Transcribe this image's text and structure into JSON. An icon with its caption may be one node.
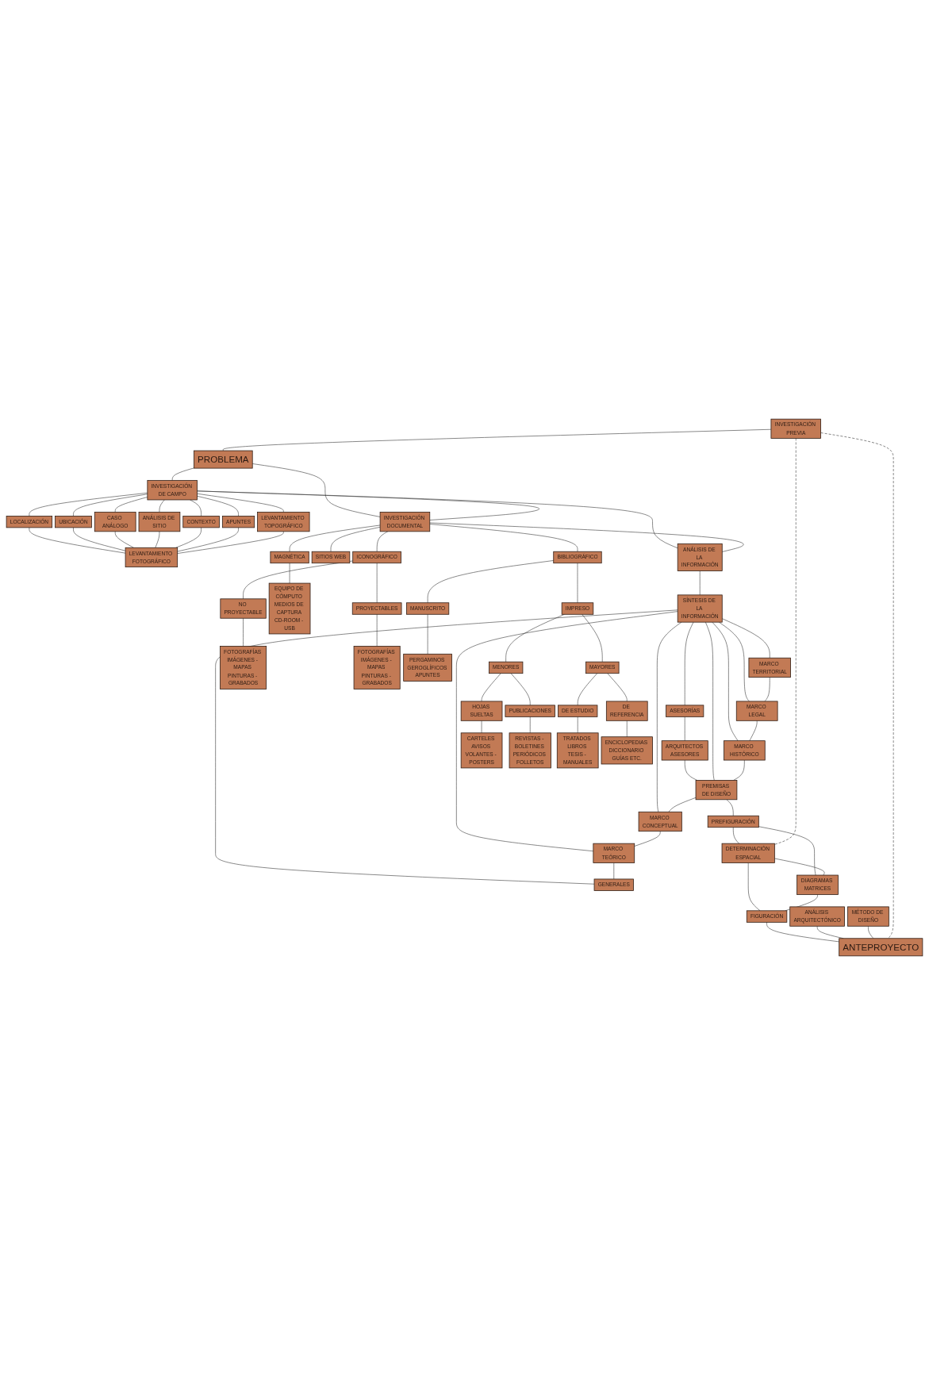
{
  "diagram": {
    "nodes": [
      {
        "text": [
          "INVESTIGACIÓN PREVIA"
        ]
      },
      {
        "text": [
          "PROBLEMA"
        ]
      },
      {
        "text": [
          "INVESTIGACIÓN DE CAMPO"
        ]
      },
      {
        "text": [
          "INVESTIGACIÓN DOCUMENTAL"
        ]
      },
      {
        "text": [
          "LEVANTAMIENTO FOTOGRÁFICO"
        ]
      },
      {
        "text": [
          "LOCALIZACIÓN"
        ]
      },
      {
        "text": [
          "UBICACIÓN"
        ]
      },
      {
        "text": [
          "CASO ANÁLOGO"
        ]
      },
      {
        "text": [
          "ANÁLISIS DE SITIO"
        ]
      },
      {
        "text": [
          "CONTEXTO"
        ]
      },
      {
        "text": [
          "APUNTES"
        ]
      },
      {
        "text": [
          "LEVANTAMIENTO TOPOGRÁFICO"
        ]
      },
      {
        "text": [
          "ANÁLISIS DE LA INFORMACIÓN"
        ]
      },
      {
        "text": [
          "SÍNTESIS DE LA INFORMACIÓN"
        ]
      },
      {
        "text": [
          "ASESORÍAS"
        ]
      },
      {
        "text": [
          "ARQUITECTOS ASESORES"
        ]
      },
      {
        "text": [
          "PREMISAS DE DISEÑO"
        ]
      },
      {
        "text": [
          "MARCO TERRITORIAL"
        ]
      },
      {
        "text": [
          "MARCO LEGAL"
        ]
      },
      {
        "text": [
          "MARCO HISTÓRICO"
        ]
      },
      {
        "text": [
          "MARCO CONCEPTUAL"
        ]
      },
      {
        "text": [
          "MARCO TEÓRICO"
        ]
      },
      {
        "text": [
          "GENERALES"
        ]
      },
      {
        "text": [
          "PREFIGURACIÓN"
        ]
      },
      {
        "text": [
          "DETERMINACIÓN ESPACIAL"
        ]
      },
      {
        "text": [
          "DIAGRAMAS MATRICES"
        ]
      },
      {
        "text": [
          "FIGURACIÓN"
        ]
      },
      {
        "text": [
          "ANÁLISIS ARQUITECTÓNICO"
        ]
      },
      {
        "text": [
          "MÉTODO DE DISEÑO"
        ]
      },
      {
        "text": [
          "ANTEPROYECTO"
        ]
      },
      {
        "text": [
          "BIBLIOGRÁFICO"
        ]
      },
      {
        "text": [
          "ICONOGRÁFICO"
        ]
      },
      {
        "text": [
          "MAGNÉTICA"
        ]
      },
      {
        "text": [
          "SITIOS WEB"
        ]
      },
      {
        "text": [
          "IMPRESO"
        ]
      },
      {
        "text": [
          "MANUSCRITO"
        ]
      },
      {
        "text": [
          "PROYECTABLES"
        ]
      },
      {
        "text": [
          "NO PROYECTABLE"
        ]
      },
      {
        "text": [
          "EQUIPO DE CÓMPUTO MEDIOS DE CAPTURA CD-ROOM - USB"
        ]
      },
      {
        "text": [
          "MAYORES"
        ]
      },
      {
        "text": [
          "MENORES"
        ]
      },
      {
        "text": [
          "PERGAMINOS GEROGLÍFICOS APUNTES"
        ]
      },
      {
        "text": [
          "FOTOGRAFÍAS IMÁGENES - MAPAS PINTURAS - GRABADOS"
        ]
      },
      {
        "text": [
          "FOTOGRAFÍAS IMÁGENES - MAPAS PINTURAS - GRABADOS"
        ]
      },
      {
        "text": [
          "DE REFERENCIA"
        ]
      },
      {
        "text": [
          "DE ESTUDIO"
        ]
      },
      {
        "text": [
          "PUBLICACIONES"
        ]
      },
      {
        "text": [
          "HOJAS SUELTAS"
        ]
      },
      {
        "text": [
          "ENCICLOPEDIAS DICCIONARIO GUÍAS ETC."
        ]
      },
      {
        "text": [
          "TRATADOS LIBROS TESIS - MANUALES"
        ]
      },
      {
        "text": [
          "REVISTAS - BOLETINES PERIÓDICOS FOLLETOS"
        ]
      },
      {
        "text": [
          "CARTELES AVISOS VOLANTES - POSTERS"
        ]
      }
    ],
    "edges": [
      {
        "from": 0,
        "to": 1,
        "arrow": "none"
      },
      {
        "from": 1,
        "to": 2,
        "arrow": "none"
      },
      {
        "from": 1,
        "to": 3,
        "arrow": "none"
      },
      {
        "from": 2,
        "to": 3,
        "arrow": "none"
      },
      {
        "from": 2,
        "to": 5,
        "arrow": "none"
      },
      {
        "from": 2,
        "to": 6,
        "arrow": "none"
      },
      {
        "from": 2,
        "to": 7,
        "arrow": "none"
      },
      {
        "from": 2,
        "to": 8,
        "arrow": "none"
      },
      {
        "from": 2,
        "to": 9,
        "arrow": "none"
      },
      {
        "from": 2,
        "to": 10,
        "arrow": "none"
      },
      {
        "from": 2,
        "to": 11,
        "arrow": "none"
      },
      {
        "from": 5,
        "to": 4,
        "arrow": "none"
      },
      {
        "from": 6,
        "to": 4,
        "arrow": "none"
      },
      {
        "from": 7,
        "to": 4,
        "arrow": "none"
      },
      {
        "from": 8,
        "to": 4,
        "arrow": "none"
      },
      {
        "from": 9,
        "to": 4,
        "arrow": "none"
      },
      {
        "from": 10,
        "to": 4,
        "arrow": "none"
      },
      {
        "from": 11,
        "to": 4,
        "arrow": "none"
      },
      {
        "from": 2,
        "to": 12,
        "arrow": "none"
      },
      {
        "from": 3,
        "to": 12,
        "arrow": "none"
      },
      {
        "from": 12,
        "to": 13,
        "arrow": "none"
      },
      {
        "from": 13,
        "to": 14,
        "arrow": "none"
      },
      {
        "from": 14,
        "to": 15,
        "arrow": "none"
      },
      {
        "from": 15,
        "to": 16,
        "arrow": "none"
      },
      {
        "from": 13,
        "to": 16,
        "arrow": "none"
      },
      {
        "from": 13,
        "to": 17,
        "arrow": "none"
      },
      {
        "from": 13,
        "to": 18,
        "arrow": "none"
      },
      {
        "from": 13,
        "to": 19,
        "arrow": "none"
      },
      {
        "from": 13,
        "to": 20,
        "arrow": "none"
      },
      {
        "from": 13,
        "to": 21,
        "arrow": "none"
      },
      {
        "from": 13,
        "to": 22,
        "arrow": "none"
      },
      {
        "from": 17,
        "to": 18,
        "arrow": "none"
      },
      {
        "from": 18,
        "to": 19,
        "arrow": "none"
      },
      {
        "from": 19,
        "to": 16,
        "arrow": "none"
      },
      {
        "from": 16,
        "to": 20,
        "arrow": "none"
      },
      {
        "from": 20,
        "to": 21,
        "arrow": "none"
      },
      {
        "from": 21,
        "to": 22,
        "arrow": "none"
      },
      {
        "from": 16,
        "to": 23,
        "arrow": "none"
      },
      {
        "from": 23,
        "to": 24,
        "arrow": "none"
      },
      {
        "from": 23,
        "to": 25,
        "arrow": "none"
      },
      {
        "from": 24,
        "to": 25,
        "arrow": "none"
      },
      {
        "from": 24,
        "to": 26,
        "arrow": "none"
      },
      {
        "from": 25,
        "to": 26,
        "arrow": "none"
      },
      {
        "from": 26,
        "to": 29,
        "arrow": "none"
      },
      {
        "from": 27,
        "to": 29,
        "arrow": "none"
      },
      {
        "from": 28,
        "to": 29,
        "arrow": "none"
      },
      {
        "from": 0,
        "to": 24,
        "arrow": "none",
        "style": "dashed"
      },
      {
        "from": 0,
        "to": 29,
        "arrow": "none",
        "style": "dashed"
      },
      {
        "from": 3,
        "to": 30,
        "arrow": "none"
      },
      {
        "from": 3,
        "to": 31,
        "arrow": "none"
      },
      {
        "from": 3,
        "to": 32,
        "arrow": "none"
      },
      {
        "from": 3,
        "to": 33,
        "arrow": "none"
      },
      {
        "from": 30,
        "to": 34,
        "arrow": "none"
      },
      {
        "from": 30,
        "to": 35,
        "arrow": "none"
      },
      {
        "from": 31,
        "to": 36,
        "arrow": "none"
      },
      {
        "from": 31,
        "to": 37,
        "arrow": "none"
      },
      {
        "from": 32,
        "to": 38,
        "arrow": "none"
      },
      {
        "from": 34,
        "to": 39,
        "arrow": "none"
      },
      {
        "from": 34,
        "to": 40,
        "arrow": "none"
      },
      {
        "from": 35,
        "to": 41,
        "arrow": "none"
      },
      {
        "from": 36,
        "to": 42,
        "arrow": "none"
      },
      {
        "from": 37,
        "to": 43,
        "arrow": "none"
      },
      {
        "from": 39,
        "to": 44,
        "arrow": "none"
      },
      {
        "from": 39,
        "to": 45,
        "arrow": "none"
      },
      {
        "from": 40,
        "to": 46,
        "arrow": "none"
      },
      {
        "from": 40,
        "to": 47,
        "arrow": "none"
      },
      {
        "from": 44,
        "to": 48,
        "arrow": "none"
      },
      {
        "from": 45,
        "to": 49,
        "arrow": "none"
      },
      {
        "from": 46,
        "to": 50,
        "arrow": "none"
      },
      {
        "from": 47,
        "to": 51,
        "arrow": "none"
      }
    ]
  }
}
